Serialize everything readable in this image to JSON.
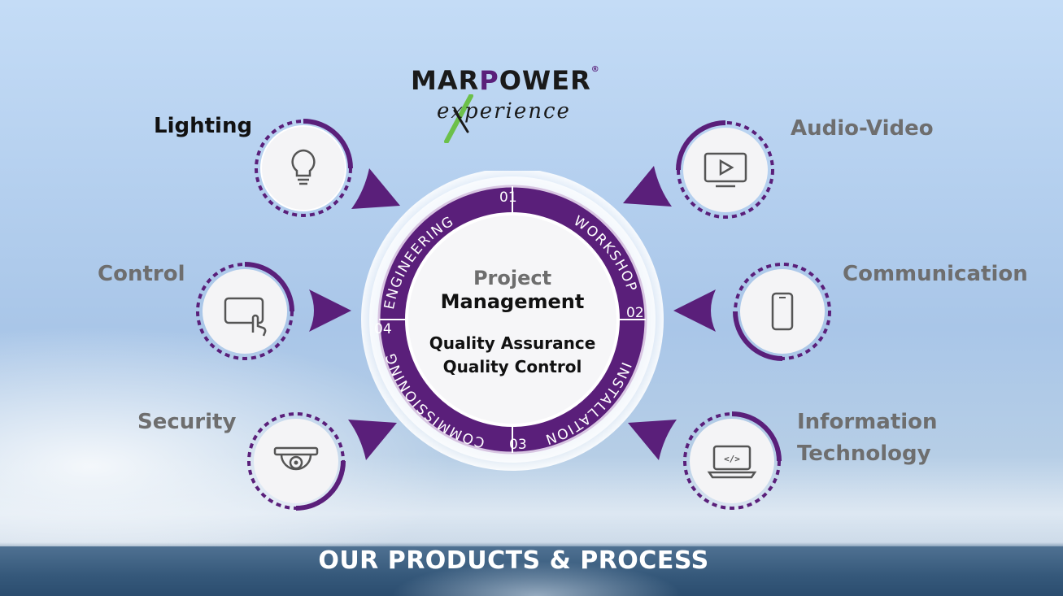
{
  "brand": {
    "name_pre": "MAR",
    "name_o": "P",
    "name_post": "OWER",
    "registered": "®",
    "tagline": "experience"
  },
  "products": [
    {
      "label": "Lighting",
      "icon": "lightbulb-icon",
      "active": true
    },
    {
      "label": "Audio-Video",
      "icon": "monitor-play-icon",
      "active": false
    },
    {
      "label": "Control",
      "icon": "touch-screen-icon",
      "active": false
    },
    {
      "label": "Communication",
      "icon": "smartphone-icon",
      "active": false
    },
    {
      "label": "Security",
      "icon": "dome-camera-icon",
      "active": false
    },
    {
      "label_line1": "Information",
      "label_line2": "Technology",
      "icon": "code-laptop-icon",
      "active": false
    }
  ],
  "process": {
    "steps": [
      {
        "number": "01",
        "name": "ENGINEERING"
      },
      {
        "number": "02",
        "name": "WORKSHOP"
      },
      {
        "number": "03",
        "name": "INSTALLATION"
      },
      {
        "number": "04",
        "name": "COMMISSIONING"
      }
    ],
    "center_line1": "Project",
    "center_line2": "Management",
    "center_line3": "Quality Assurance",
    "center_line4": "Quality Control"
  },
  "footer": "OUR PRODUCTS & PROCESS",
  "colors": {
    "accent": "#5a1f7a",
    "inactive_text": "#6e6e6e",
    "active_text": "#111111"
  }
}
